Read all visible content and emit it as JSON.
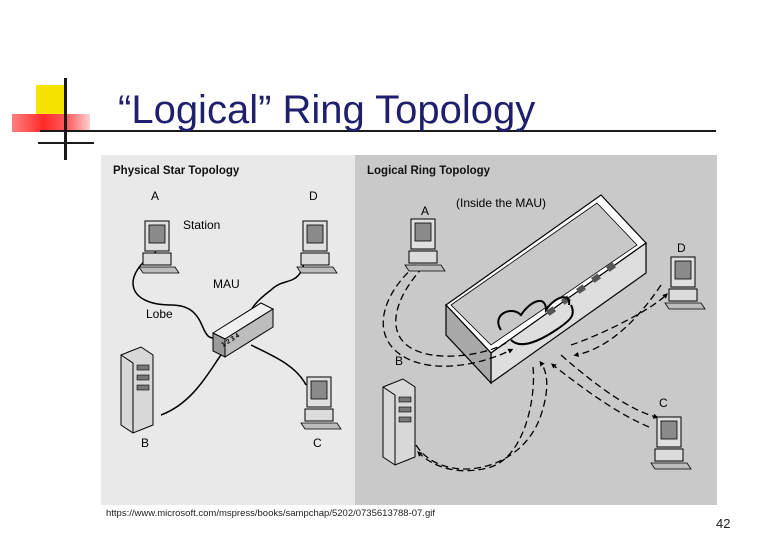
{
  "slide": {
    "title": "“Logical” Ring Topology",
    "caption": "https://www.microsoft.com/mspress/books/sampchap/5202/0735613788-07.gif",
    "page_number": "42"
  },
  "figure": {
    "left_panel": {
      "heading": "Physical Star Topology",
      "label_a": "A",
      "label_d": "D",
      "label_station": "Station",
      "label_mau": "MAU",
      "label_lobe": "Lobe",
      "label_b": "B",
      "label_c": "C"
    },
    "right_panel": {
      "heading": "Logical Ring Topology",
      "label_a": "A",
      "label_inside": "(Inside the MAU)",
      "label_d": "D",
      "label_b": "B",
      "label_c": "C"
    }
  },
  "colors": {
    "title": "#1f1f6e",
    "left_panel_bg": "#e9e9e9",
    "right_panel_bg": "#c9c9c9",
    "deco_yellow": "#f5e400",
    "deco_red": "#ff3030",
    "deco_line": "#1a1a1a"
  }
}
